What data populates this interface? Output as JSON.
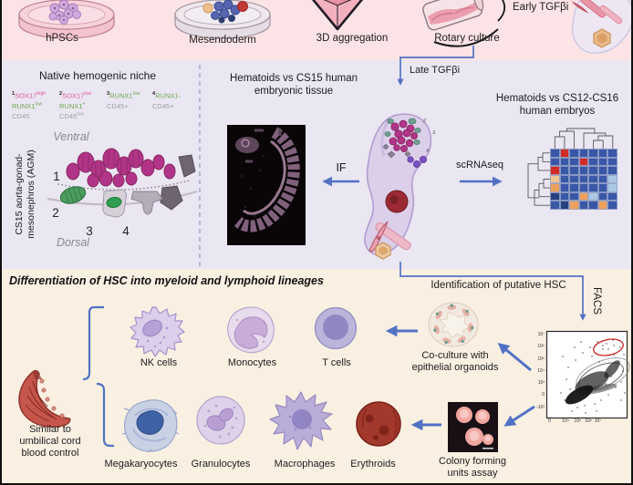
{
  "top_steps": {
    "hpscs": "hPSCs",
    "mesendoderm": "Mesendoderm",
    "aggregation": "3D aggregation",
    "rotary": "Rotary culture",
    "early_tgfbi": "Early TGFβi"
  },
  "niche": {
    "title": "Native hemogenic niche",
    "ventral": "Ventral",
    "dorsal": "Dorsal",
    "axis_label": "CS15 aorta-gonad-\nmesonephros (AGM)",
    "numbers": [
      "1",
      "2",
      "3",
      "4"
    ],
    "markers": [
      {
        "num": "1",
        "g1": "SOX17",
        "s1": "high",
        "g2": "RUNX1",
        "s2": "low",
        "g3": "CD45",
        "s3": "-"
      },
      {
        "num": "2",
        "g1": "SOX17",
        "s1": "low",
        "g2": "RUNX1",
        "s2": "+",
        "g3": "CD45",
        "s3": "low"
      },
      {
        "num": "3",
        "g1": "RUNX1",
        "s1": "low",
        "g2": "CD45+",
        "s2": ""
      },
      {
        "num": "4",
        "g1": "RUNX1-",
        "s1": "",
        "g2": "CD45+",
        "s2": ""
      }
    ]
  },
  "middle": {
    "if_title": "Hematoids vs CS15 human\nembryonic tissue",
    "if_label": "IF",
    "late_tgfbi": "Late TGFβi",
    "scrnaseq_label": "scRNAseq",
    "heatmap_title": "Hematoids vs CS12-CS16\nhuman embryos",
    "hematoid_numbers": [
      "1",
      "2",
      "3",
      "4"
    ]
  },
  "heatmap": {
    "palette": {
      "B": "#3a57a8",
      "R": "#d02c28",
      "O": "#eda05c",
      "L": "#aac7e4",
      "P": "#f2c492",
      "N": "#27407e"
    },
    "grid": [
      "BRBBBBB",
      "BBBRBBB",
      "RBBBBBB",
      "PBBBBBL",
      "OBBBBBL",
      "NBBOLBB",
      "BNOBBOB"
    ]
  },
  "facs": {
    "label": "FACS",
    "y_ticks": "10⁷\n10⁶\n10⁵\n10⁴\n10³\n0\n-10³",
    "x_ticks": "0         10⁴    10⁵   10⁶  10⁷"
  },
  "bottom": {
    "title": "Differentiation of HSC into myeloid and lymphoid lineages",
    "putative_hsc": "Identification of putative HSC",
    "nk": "NK cells",
    "monocytes": "Monocytes",
    "tcells": "T cells",
    "coculture": "Co-culture with\nepithelial organoids",
    "megakaryocytes": "Megakaryocytes",
    "granulocytes": "Granulocytes",
    "macrophages": "Macrophages",
    "erythroids": "Erythroids",
    "cfu": "Colony forming\nunits assay",
    "control": "Similar to\numbilical cord\nblood control"
  },
  "colors": {
    "band_top": "#fbe3e6",
    "band_middle": "#eae6f2",
    "band_bottom": "#faf0e2",
    "arrow_blue": "#5272c4",
    "sox17_pink": "#e0579a",
    "runx1_green": "#6aa84e",
    "cd45_gray": "#a0a0a0",
    "magenta_cell": "#b23488",
    "heatmap_blue": "#3a57a8",
    "heatmap_red": "#d02c28"
  }
}
